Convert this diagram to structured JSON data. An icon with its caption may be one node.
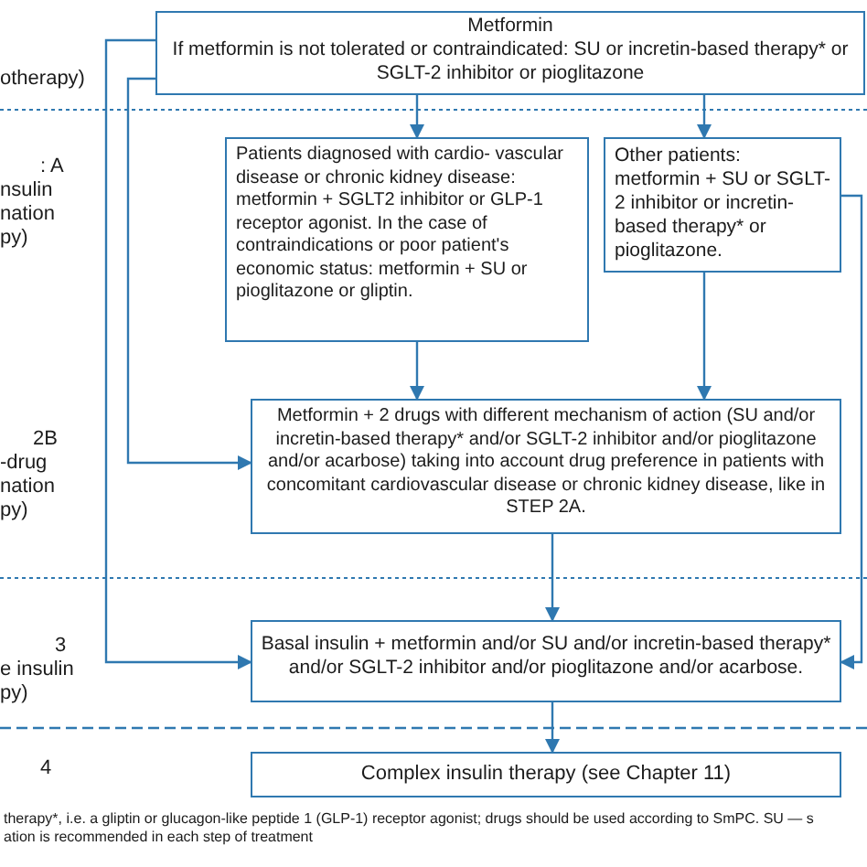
{
  "diagram": {
    "nodes": [
      {
        "text": [
          "Metformin",
          "If metformin is not tolerated or contraindicated: SU or incretin-based therapy* or SGLT-2 inhibitor or pioglitazone"
        ]
      },
      {
        "text": [
          "Patients diagnosed with cardio- vascular disease or chronic kidney disease: metformin + SGLT2 inhibitor or GLP-1 receptor agonist. In the case of contraindications or poor patient's economic status: metformin + SU or pioglitazone or gliptin."
        ]
      },
      {
        "text": [
          "Other patients: metformin + SU or SGLT-2 inhibitor or incretin-based therapy* or pioglitazone."
        ]
      },
      {
        "text": [
          "Metformin + 2 drugs with different mechanism of action (SU and/or incretin-based therapy* and/or SGLT-2 inhibitor and/or pioglitazone and/or acarbose) taking into account drug preference in patients with concomitant cardiovascular disease or chronic kidney disease, like in STEP 2A."
        ]
      },
      {
        "text": [
          "Basal insulin + metformin and/or SU and/or incretin-based therapy* and/or SGLT-2 inhibitor and/or pioglitazone and/or acarbose."
        ]
      },
      {
        "text": [
          "Complex insulin therapy (see Chapter 11)"
        ]
      }
    ],
    "edges": [
      {
        "from": 0,
        "to": 1,
        "arrow": "to"
      },
      {
        "from": 0,
        "to": 2,
        "arrow": "to"
      },
      {
        "from": 1,
        "to": 3,
        "arrow": "to"
      },
      {
        "from": 2,
        "to": 3,
        "arrow": "to"
      },
      {
        "from": 0,
        "to": 3,
        "arrow": "to"
      },
      {
        "from": 0,
        "to": 4,
        "arrow": "to"
      },
      {
        "from": 2,
        "to": 4,
        "arrow": "to"
      },
      {
        "from": 3,
        "to": 4,
        "arrow": "to"
      },
      {
        "from": 4,
        "to": 5,
        "arrow": "to"
      }
    ],
    "labels": [
      "otherapy)",
      ": A",
      "nsulin",
      "nation",
      "py)",
      "2B",
      "-drug",
      "nation",
      "py)",
      "3",
      "e insulin",
      "py)",
      "4",
      "therapy*, i.e. a gliptin or glucagon-like peptide 1 (GLP-1) receptor agonist; drugs should be used according to SmPC. SU — s",
      "ation is recommended in each step of treatment"
    ]
  }
}
